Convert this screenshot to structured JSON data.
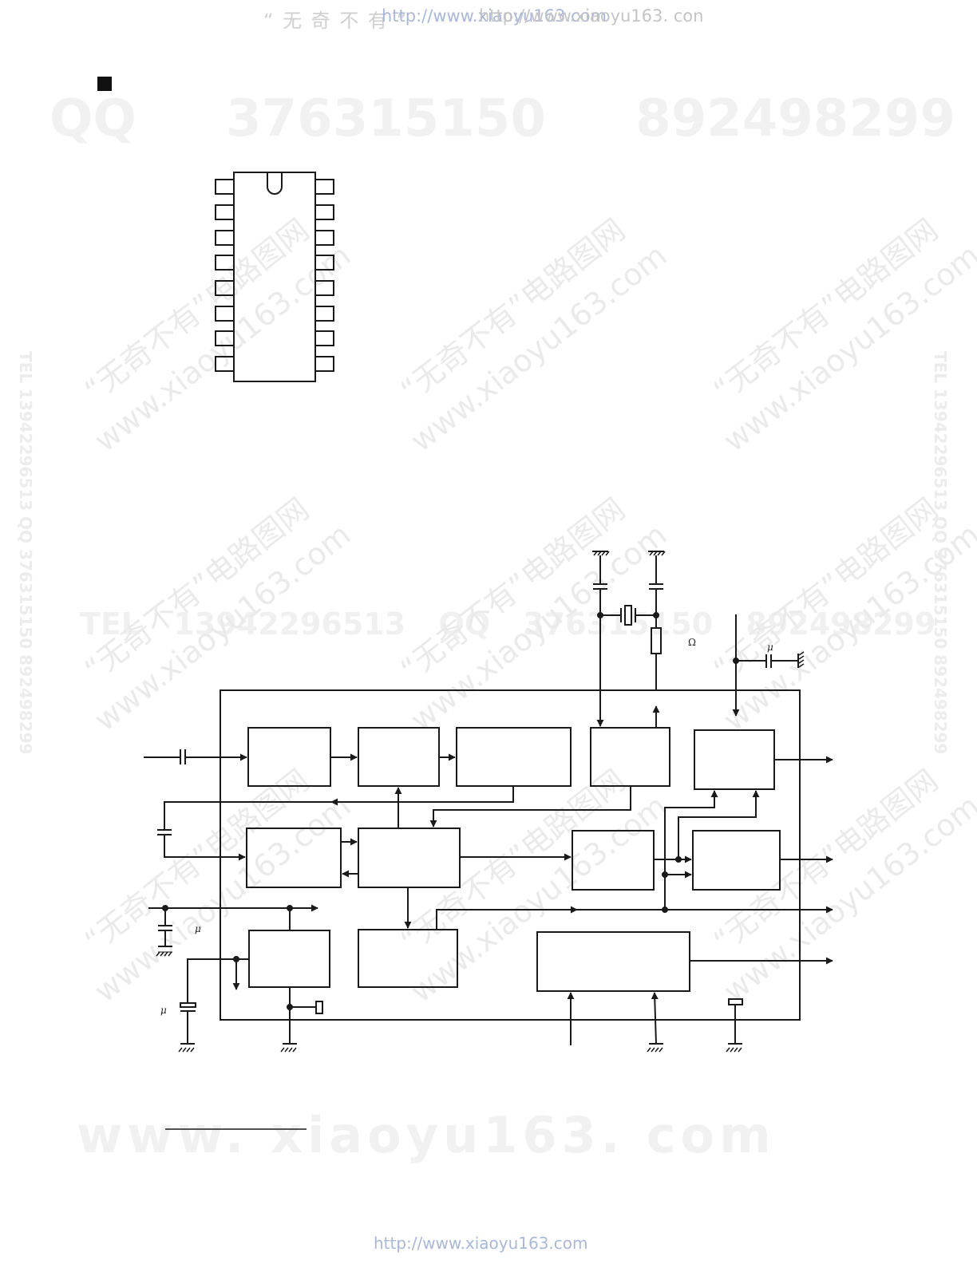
{
  "watermarks": {
    "top_url_cn": "“ 无 奇 不 有 ”",
    "top_url_a": "http://www.xiaoyu163.com",
    "top_url_b": "http://www.xiaoyu163. con",
    "qq_banner": "QQ 376315150   892498299",
    "tel_banner": "TEL 13942296513   QQ 376315150   892498299",
    "www_banner": "www. xiaoyu163. com",
    "bottom_url": "http://www.xiaoyu163.com",
    "diagonal_cn": "“无奇不有”电路图网",
    "diagonal_url": "www.xiaoyu163.com",
    "vertical": "TEL 13942296513 QQ 376315150 892498299"
  },
  "block_diagram": {
    "resistor_unit": "Ω",
    "cap_unit_a": "μ",
    "cap_unit_b": "μ",
    "cap_unit_c": "μ"
  },
  "colors": {
    "line": "#1a1a1a",
    "watermark_blue": "#a9b7d8"
  }
}
